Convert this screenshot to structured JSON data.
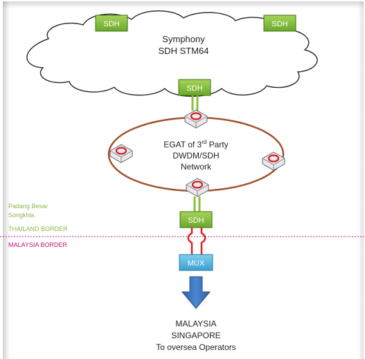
{
  "cloud": {
    "label_line1": "Symphony",
    "label_line2": "SDH STM64"
  },
  "sdh_boxes": {
    "top_left": "SDH",
    "top_right": "SDH",
    "cloud_bottom": "SDH",
    "border": "SDH"
  },
  "ring": {
    "line1": "EGAT of 3",
    "line1_sup": "rd",
    "line1_rest": " Party",
    "line2": "DWDM/SDH",
    "line3": "Network"
  },
  "locations": {
    "site_line1": "Padang Besar",
    "site_line2": "Songkhla",
    "thailand_border": "THAILAND BORDER",
    "malaysia_border": "MALAYSIA BORDER"
  },
  "mux": {
    "label": "MUX"
  },
  "destination": {
    "line1": "MALAYSIA",
    "line2": "SINGAPORE",
    "line3": "To oversea Operators"
  },
  "colors": {
    "sdh_fill": "#7fbf2f",
    "mux_fill": "#4fb3d9",
    "ring_stroke": "#a0522d",
    "green_text": "#8db84a",
    "magenta_text": "#c01878",
    "arrow_fill": "#3a6fb5",
    "cable_red": "#e02020",
    "link_green": "#8cbf3f"
  }
}
